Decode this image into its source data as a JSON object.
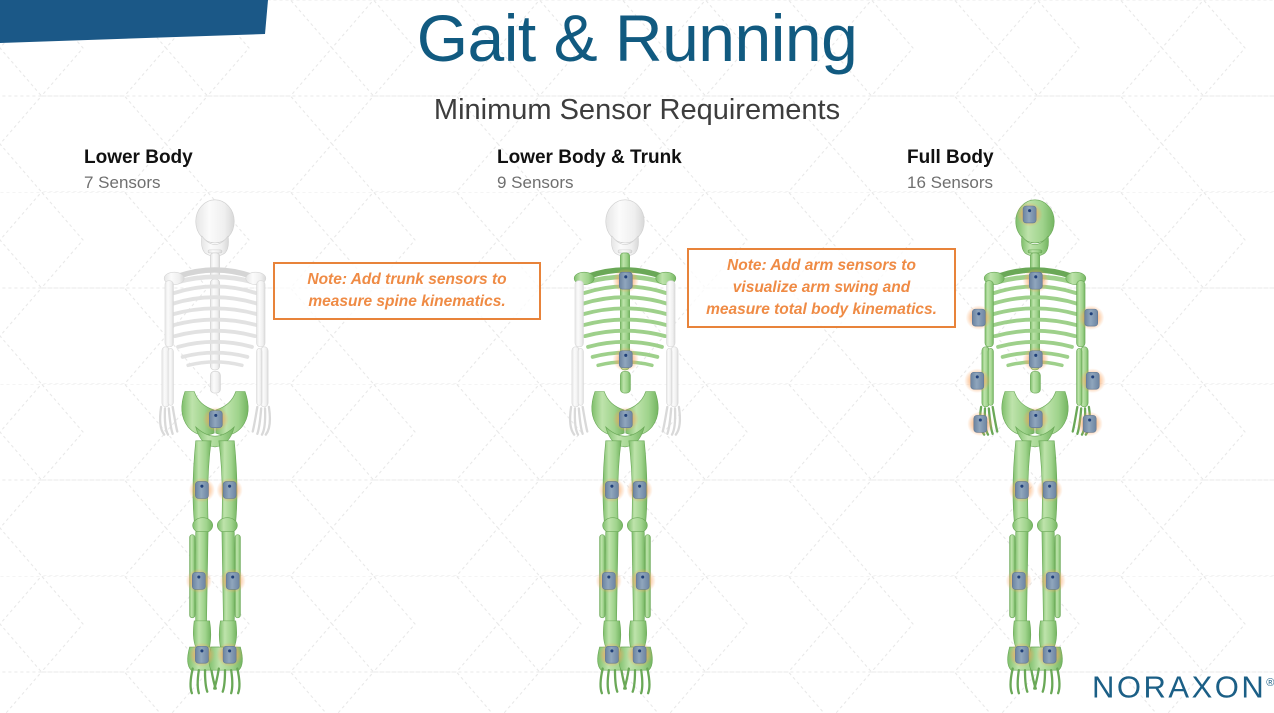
{
  "slide": {
    "title": "Gait & Running",
    "subtitle": "Minimum Sensor Requirements",
    "brand_blue": "#115a80",
    "accent_orange": "#e8833a",
    "bone_green": "#a9d894",
    "sensor_blue": "#7d94ad"
  },
  "columns": [
    {
      "title": "Lower Body",
      "sensors": "7 Sensors",
      "sensor_count": 7
    },
    {
      "title": "Lower Body & Trunk",
      "sensors": "9 Sensors",
      "sensor_count": 9
    },
    {
      "title": "Full Body",
      "sensors": "16 Sensors",
      "sensor_count": 16
    }
  ],
  "notes": [
    {
      "line1": "Note: Add trunk sensors to",
      "line2": "measure spine kinematics.",
      "line3": ""
    },
    {
      "line1": "Note: Add arm sensors to",
      "line2": "visualize arm swing and",
      "line3": "measure total body kinematics."
    }
  ],
  "logo": {
    "text": "NORAXON",
    "trademark": "®"
  }
}
